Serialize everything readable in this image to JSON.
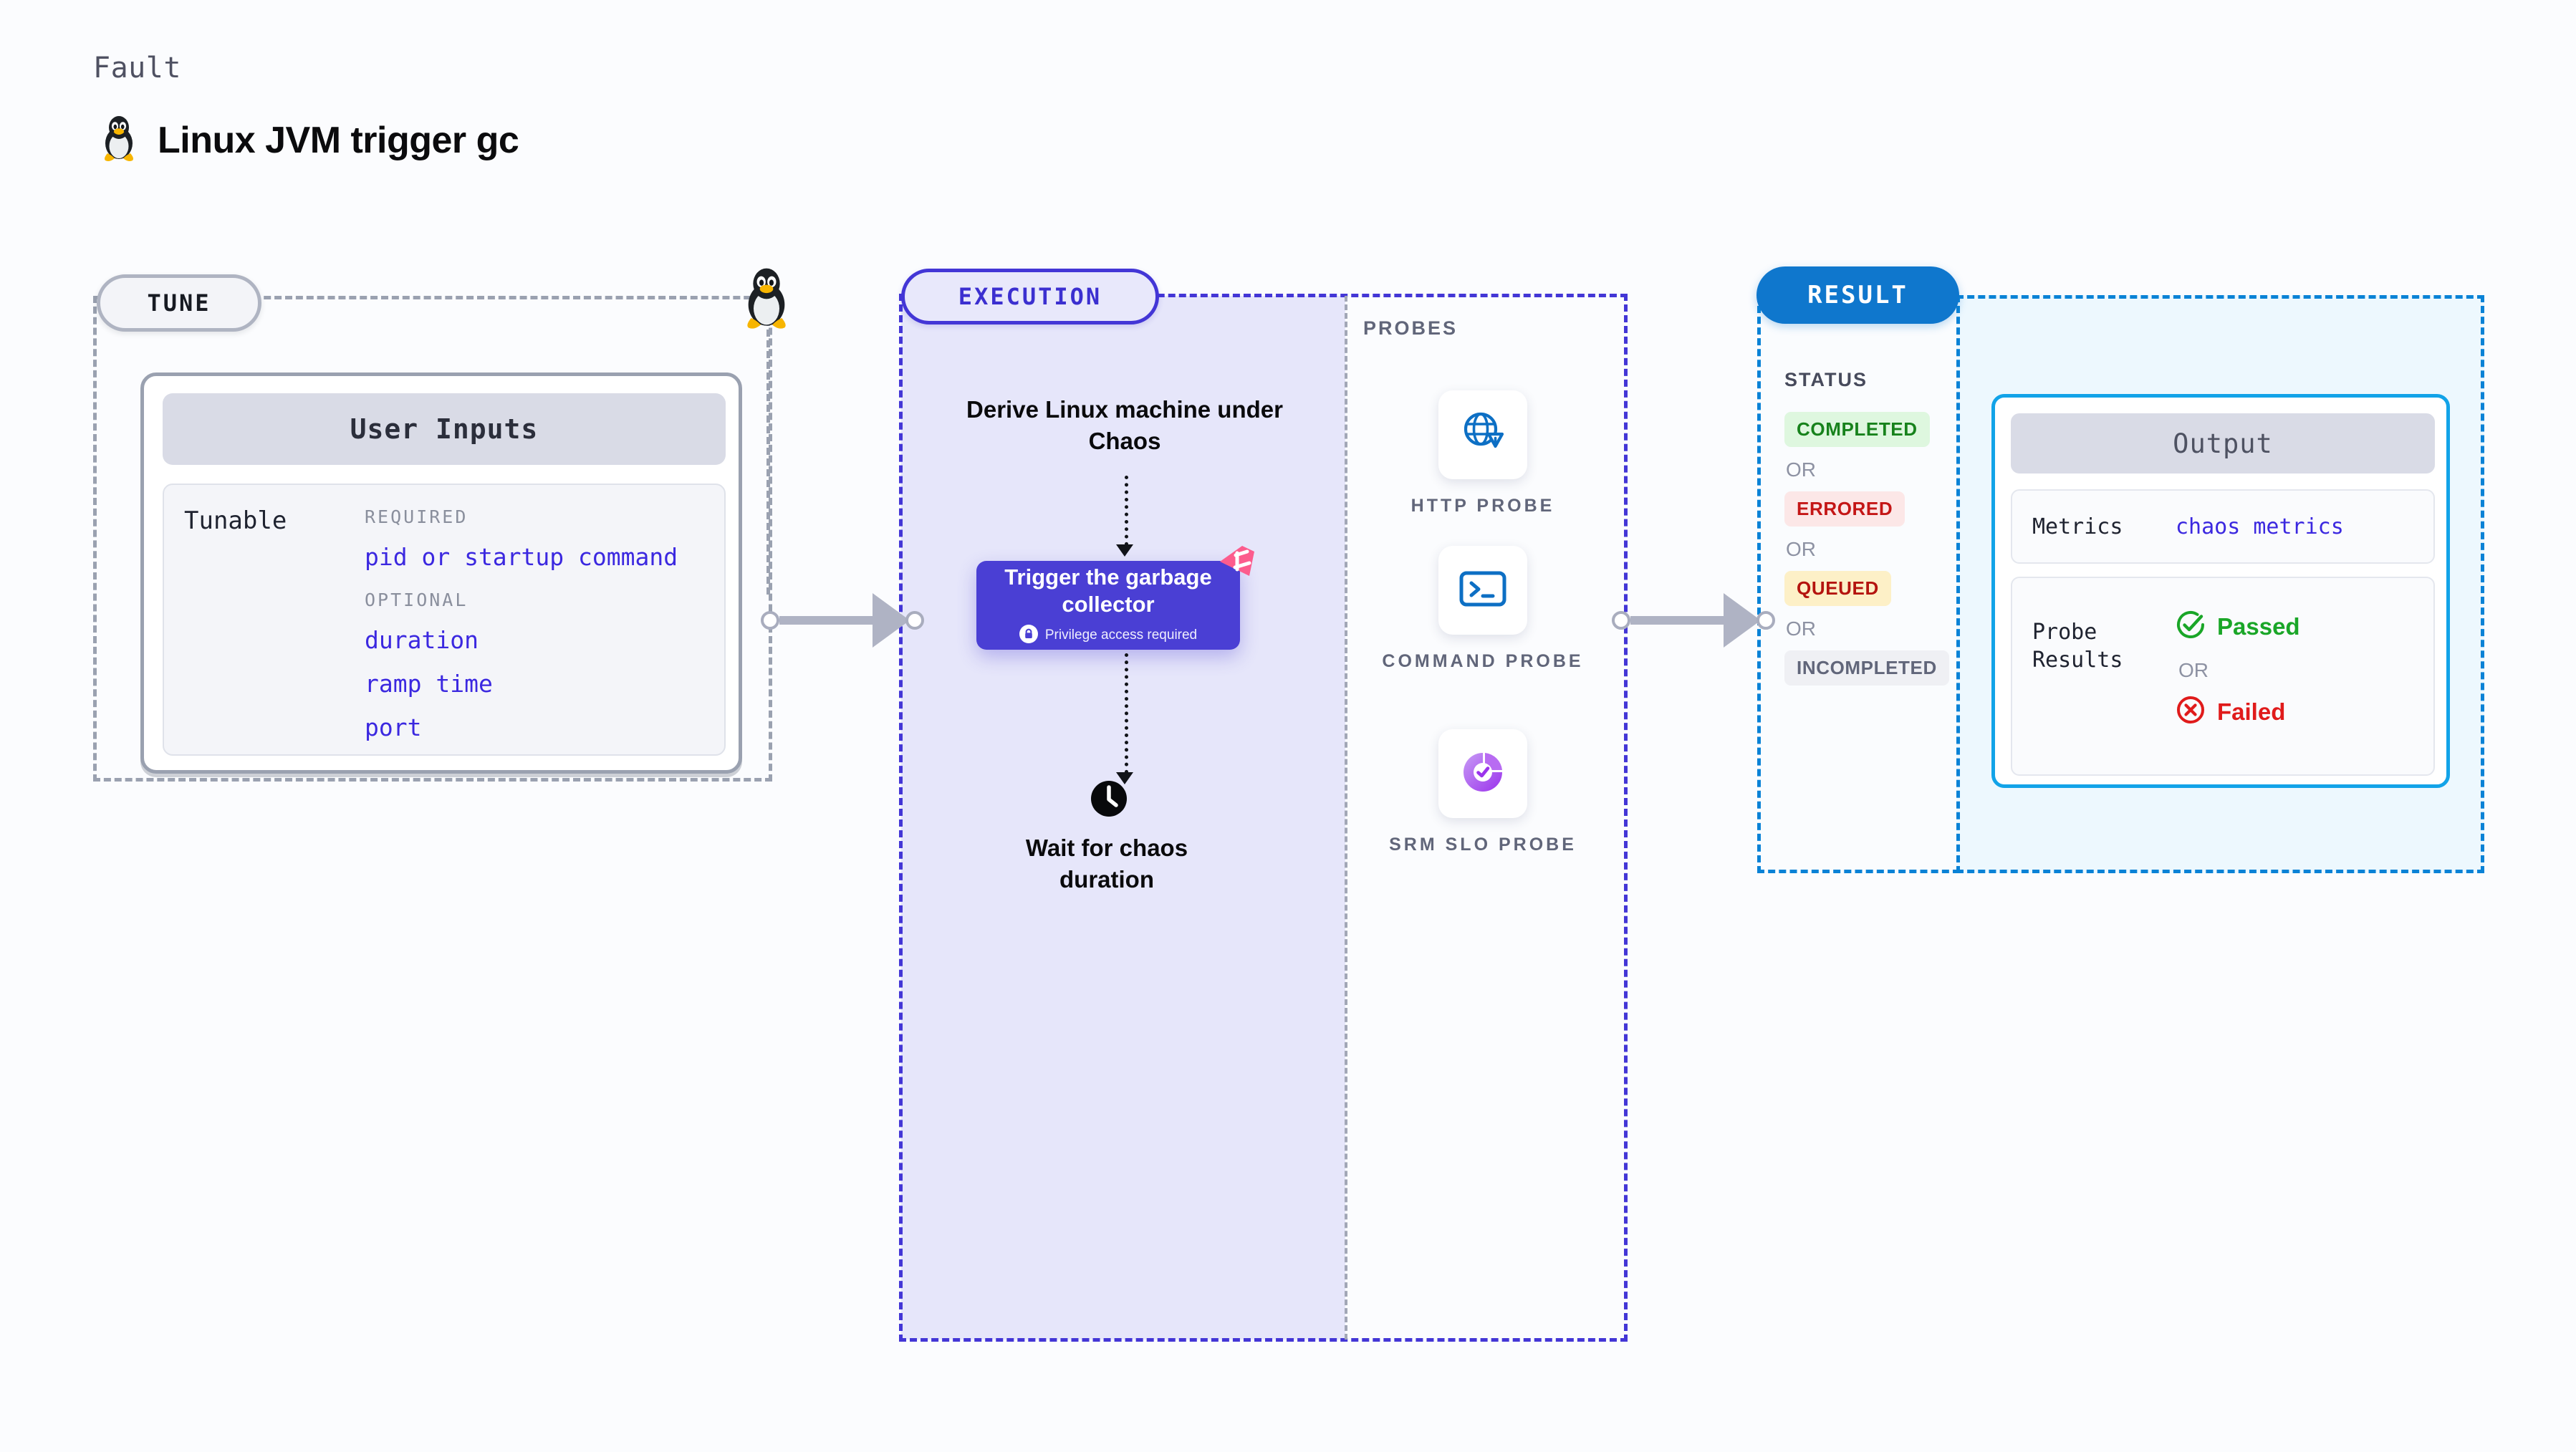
{
  "header": {
    "eyebrow": "Fault",
    "title": "Linux JVM trigger gc",
    "icon": "linux-tux-icon"
  },
  "tune": {
    "pill_label": "TUNE",
    "card_title": "User Inputs",
    "tunable_label": "Tunable",
    "groups": [
      {
        "heading": "REQUIRED",
        "items": [
          "pid or startup command"
        ]
      },
      {
        "heading": "OPTIONAL",
        "items": [
          "duration",
          "ramp time",
          "port"
        ]
      }
    ]
  },
  "execution": {
    "pill_label": "EXECUTION",
    "derive_step": "Derive Linux machine under Chaos",
    "action_box": {
      "title": "Trigger the garbage collector",
      "privilege_note": "Privilege access required",
      "lock_icon": "lock-icon",
      "corner_mark": "harness-logo-mark"
    },
    "wait_step": "Wait for chaos duration",
    "wait_icon": "clock-icon"
  },
  "probes": {
    "title": "PROBES",
    "items": [
      {
        "label": "HTTP PROBE",
        "icon": "globe-warning-icon"
      },
      {
        "label": "COMMAND PROBE",
        "icon": "terminal-prompt-icon"
      },
      {
        "label": "SRM SLO PROBE",
        "icon": "slo-donut-check-icon"
      }
    ]
  },
  "result": {
    "pill_label": "RESULT",
    "status_title": "STATUS",
    "or_label": "OR",
    "statuses": [
      {
        "label": "COMPLETED",
        "fg": "#17821C",
        "bg": "#DEF7DF"
      },
      {
        "label": "ERRORED",
        "fg": "#C41616",
        "bg": "#FCE7E7"
      },
      {
        "label": "QUEUED",
        "fg": "#B4140F",
        "bg": "#FDF0C7"
      },
      {
        "label": "INCOMPLETED",
        "fg": "#61667A",
        "bg": "#EFF0F4"
      }
    ],
    "output": {
      "title": "Output",
      "metrics_key": "Metrics",
      "metrics_value": "chaos metrics",
      "probe_results_key": "Probe Results",
      "passed_label": "Passed",
      "passed_icon": "check-circle-icon",
      "failed_label": "Failed",
      "failed_icon": "x-circle-icon",
      "or_label": "OR"
    }
  },
  "colors": {
    "indigo": "#4A3FD4",
    "lavender": "#E6E6FA",
    "blue": "#0F77CD",
    "cyan": "#12A3E8",
    "light_cyan": "#EDF8FE",
    "gray_dash": "#9AA1B0",
    "green": "#17821C",
    "red": "#C41616",
    "pink": "#FC5C8D"
  }
}
